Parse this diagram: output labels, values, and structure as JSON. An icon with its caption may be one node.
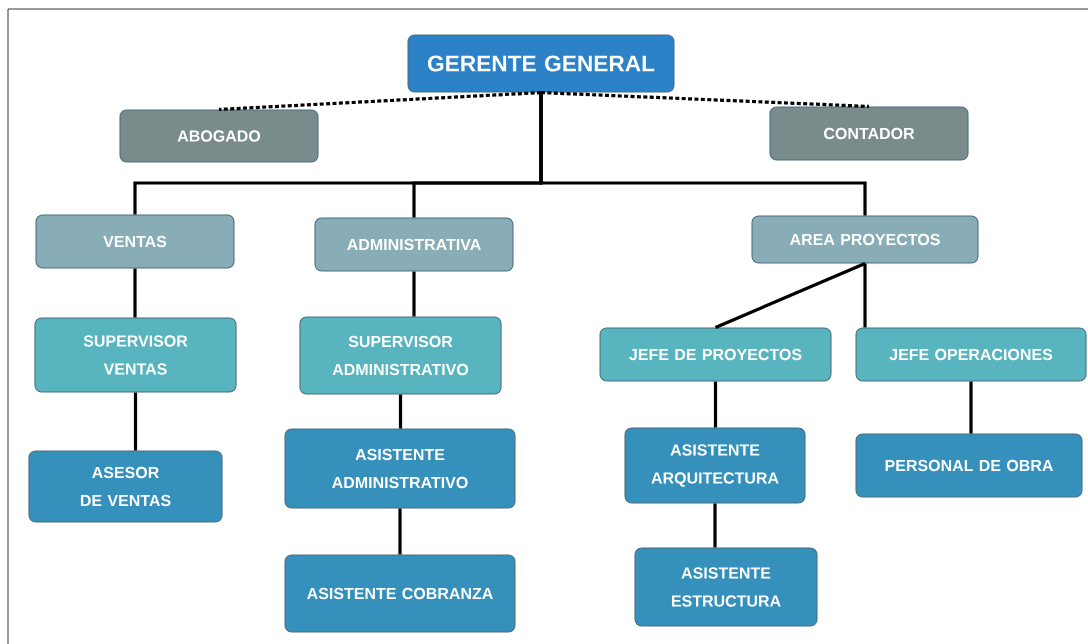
{
  "diagram": {
    "nodes": [
      {
        "text": [
          "GERENTE GENERAL"
        ]
      },
      {
        "text": [
          "ABOGADO"
        ]
      },
      {
        "text": [
          "CONTADOR"
        ]
      },
      {
        "text": [
          "VENTAS"
        ]
      },
      {
        "text": [
          "ADMINISTRATIVA"
        ]
      },
      {
        "text": [
          "AREA PROYECTOS"
        ]
      },
      {
        "text": [
          "SUPERVISOR VENTAS"
        ]
      },
      {
        "text": [
          "SUPERVISOR ADMINISTRATIVO"
        ]
      },
      {
        "text": [
          "JEFE DE PROYECTOS"
        ]
      },
      {
        "text": [
          "JEFE OPERACIONES"
        ]
      },
      {
        "text": [
          "ASESOR DE VENTAS"
        ]
      },
      {
        "text": [
          "ASISTENTE ADMINISTRATIVO"
        ]
      },
      {
        "text": [
          "ASISTENTE COBRANZA"
        ]
      },
      {
        "text": [
          "ASISTENTE ARQUITECTURA"
        ]
      },
      {
        "text": [
          "ASISTENTE ESTRUCTURA"
        ]
      },
      {
        "text": [
          "PERSONAL DE OBRA"
        ]
      }
    ],
    "edges": [
      {
        "from": 0,
        "to": 1,
        "arrow": "none",
        "style": "dashed"
      },
      {
        "from": 0,
        "to": 2,
        "arrow": "none",
        "style": "dashed"
      },
      {
        "from": 0,
        "to": 3,
        "arrow": "none"
      },
      {
        "from": 0,
        "to": 4,
        "arrow": "none"
      },
      {
        "from": 0,
        "to": 5,
        "arrow": "none"
      },
      {
        "from": 3,
        "to": 6,
        "arrow": "none"
      },
      {
        "from": 6,
        "to": 10,
        "arrow": "none"
      },
      {
        "from": 4,
        "to": 7,
        "arrow": "none"
      },
      {
        "from": 7,
        "to": 11,
        "arrow": "none"
      },
      {
        "from": 11,
        "to": 12,
        "arrow": "none"
      },
      {
        "from": 5,
        "to": 8,
        "arrow": "none"
      },
      {
        "from": 5,
        "to": 9,
        "arrow": "none"
      },
      {
        "from": 8,
        "to": 13,
        "arrow": "none"
      },
      {
        "from": 13,
        "to": 14,
        "arrow": "none"
      },
      {
        "from": 9,
        "to": 15,
        "arrow": "none"
      }
    ]
  }
}
